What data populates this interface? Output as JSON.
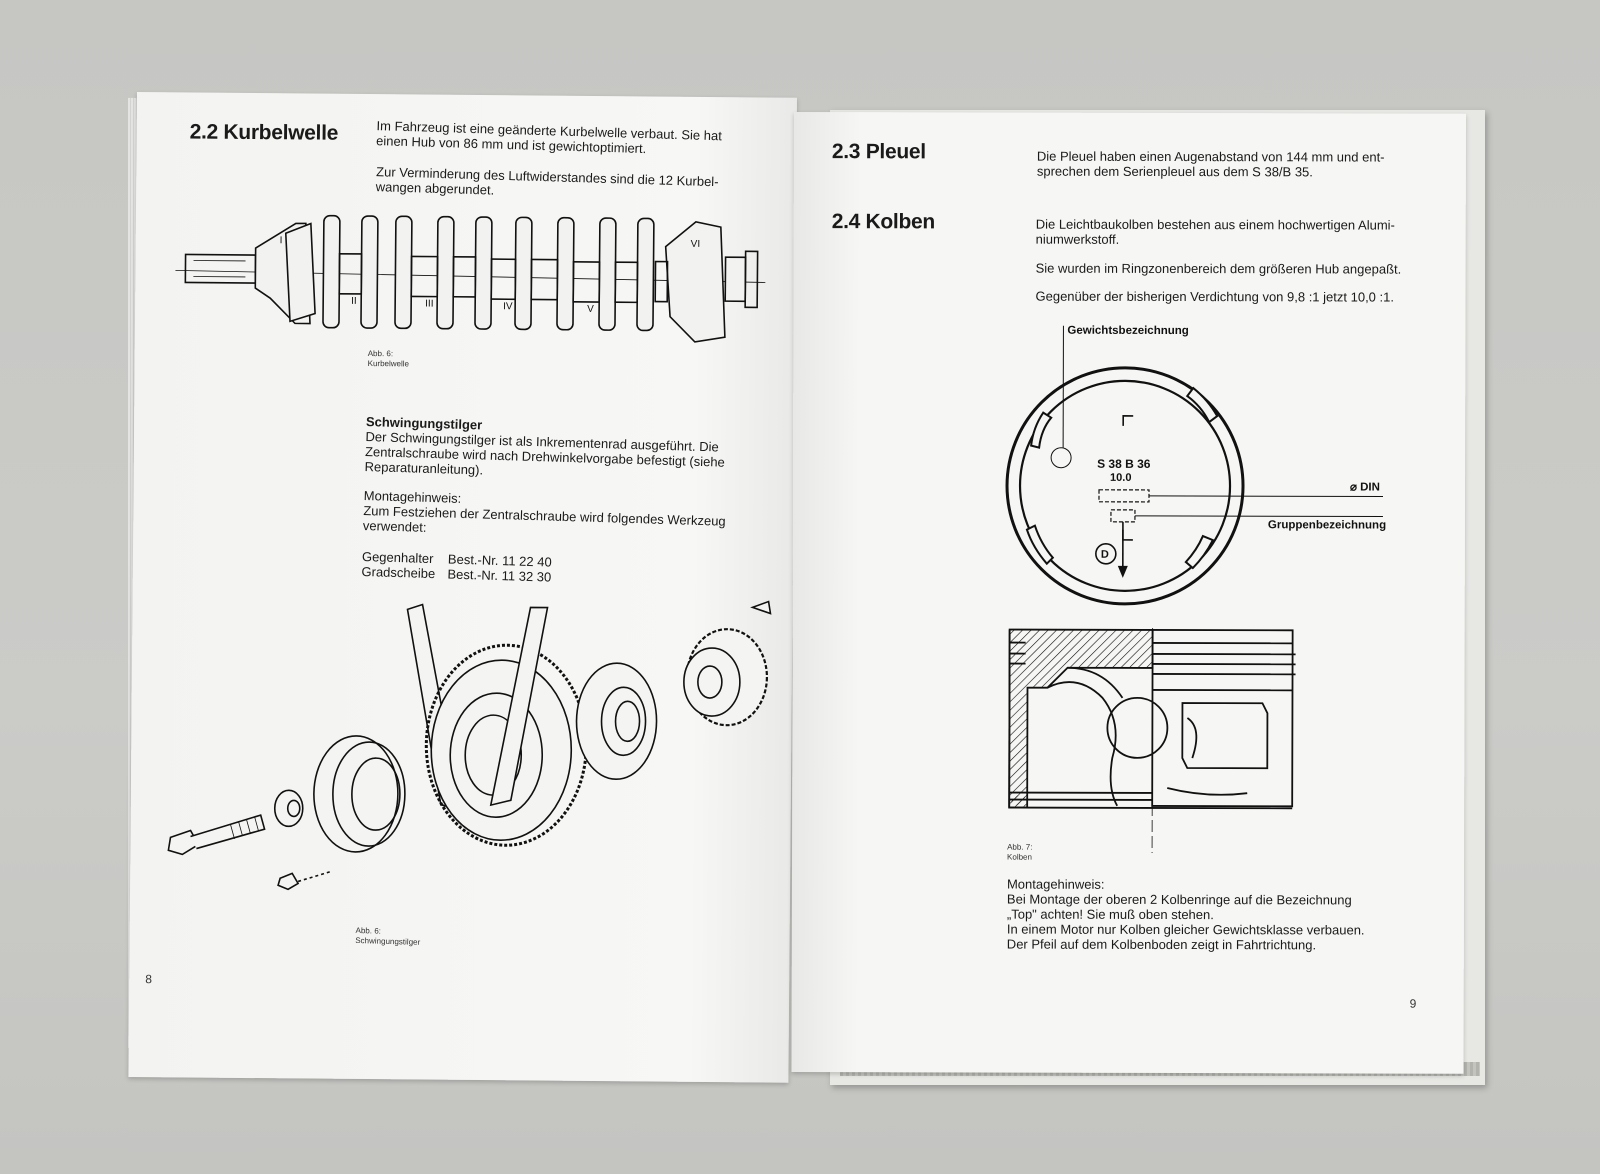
{
  "left_page": {
    "section": {
      "heading": "2.2 Kurbelwelle",
      "paragraph1": [
        "Im Fahrzeug ist eine geänderte Kurbelwelle verbaut. Sie hat",
        "einen Hub von 86 mm und ist gewichtoptimiert."
      ],
      "paragraph2": [
        "Zur Verminderung des Luftwiderstandes sind die 12 Kurbel-",
        "wangen abgerundet."
      ]
    },
    "crank_labels": [
      "I",
      "II",
      "III",
      "IV",
      "V",
      "VI"
    ],
    "figure1_caption": [
      "Abb. 6:",
      "Kurbelwelle"
    ],
    "damper": {
      "title": "Schwingungstilger",
      "text": [
        "Der Schwingungstilger ist als Inkrementenrad ausgeführt. Die",
        "Zentralschraube wird nach Drehwinkelvorgabe befestigt (siehe",
        "Reparaturanleitung)."
      ],
      "note_title": "Montagehinweis:",
      "note_text": [
        "Zum Festziehen der Zentralschraube wird folgendes Werkzeug",
        "verwendet:"
      ],
      "tools": [
        {
          "name": "Gegenhalter",
          "ref": "Best.-Nr. 11 22 40"
        },
        {
          "name": "Gradscheibe",
          "ref": "Best.-Nr. 11 32 30"
        }
      ]
    },
    "figure2_caption": [
      "Abb. 6:",
      "Schwingungstilger"
    ],
    "page_number": "8"
  },
  "right_page": {
    "section_pleuel": {
      "heading": "2.3 Pleuel",
      "text": [
        "Die Pleuel haben einen Augenabstand von 144 mm und ent-",
        "sprechen dem Serienpleuel aus dem S 38/B 35."
      ]
    },
    "section_kolben": {
      "heading": "2.4 Kolben",
      "para1": [
        "Die Leichtbaukolben bestehen aus einem hochwertigen Alumi-",
        "niumwerkstoff."
      ],
      "para2": "Sie wurden im Ringzonenbereich dem größeren Hub angepaßt.",
      "para3": "Gegenüber der bisherigen Verdichtung von 9,8 :1 jetzt 10,0 :1."
    },
    "piston_diagram": {
      "label_weight": "Gewichtsbezeichnung",
      "label_din": "⌀ DIN",
      "label_group": "Gruppenbezeichnung",
      "crown_code": "S 38 B 36",
      "crown_ratio": "10.0",
      "crown_d": "D"
    },
    "figure_caption": [
      "Abb. 7:",
      "Kolben"
    ],
    "note": {
      "title": "Montagehinweis:",
      "lines": [
        "Bei Montage der oberen 2 Kolbenringe auf die Bezeichnung",
        "„Top\" achten! Sie muß oben stehen.",
        "In einem Motor nur Kolben gleicher Gewichtsklasse verbauen.",
        "Der Pfeil auf dem Kolbenboden zeigt in Fahrtrichtung."
      ]
    },
    "page_number": "9"
  }
}
